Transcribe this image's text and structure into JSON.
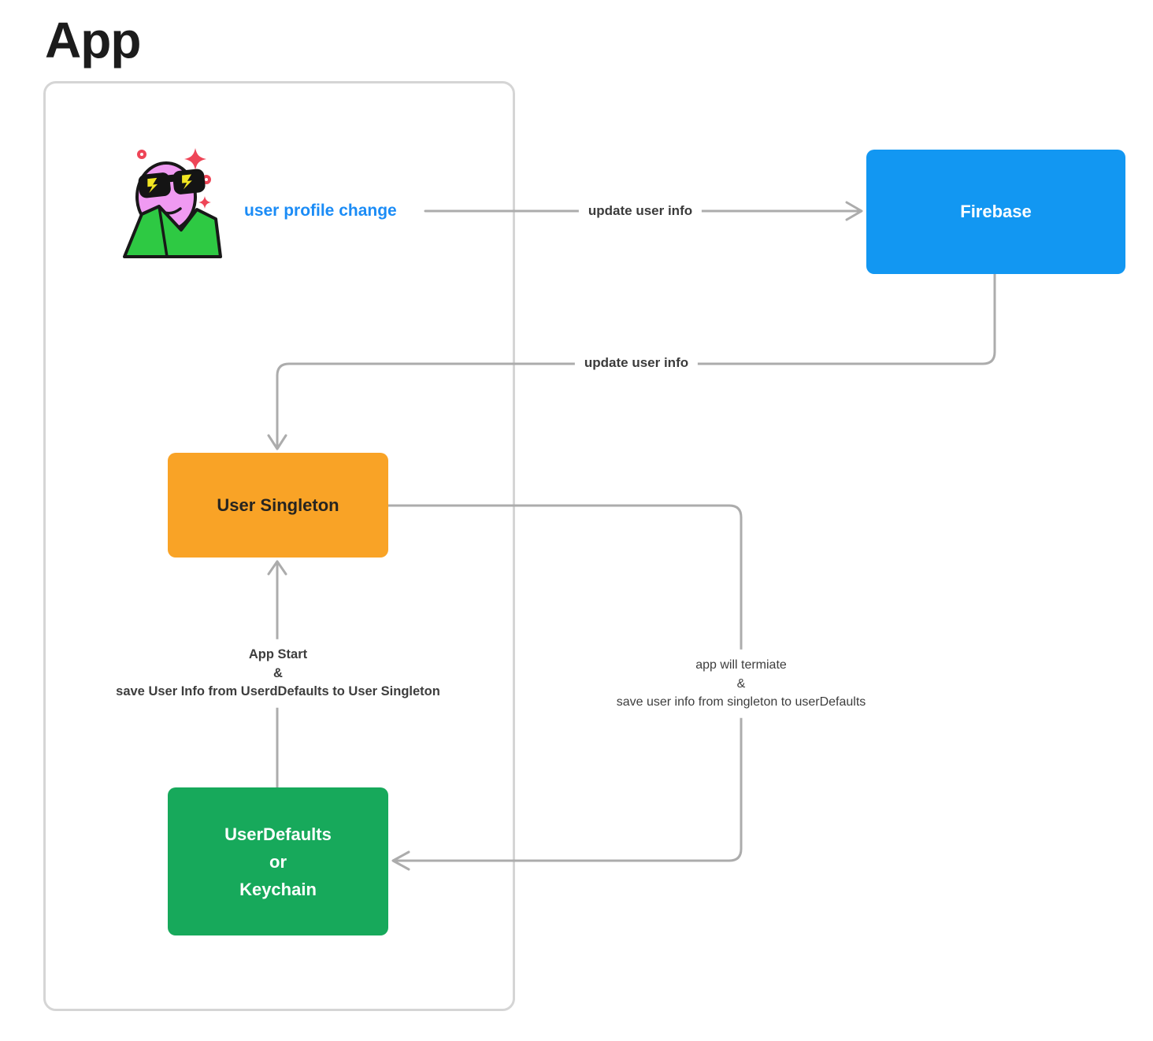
{
  "title": "App",
  "actor": {
    "label": "user profile change",
    "icon": "sunglasses-person-avatar"
  },
  "nodes": {
    "firebase": {
      "label": "Firebase",
      "color": "#1297F2"
    },
    "user_singleton": {
      "label": "User Singleton",
      "color": "#F9A326"
    },
    "user_defaults": {
      "lines": [
        "UserDefaults",
        "or",
        "Keychain"
      ],
      "color": "#17A95B"
    }
  },
  "edges": {
    "profile_to_firebase": {
      "label": "update user info"
    },
    "firebase_to_singleton": {
      "label": "update user info"
    },
    "defaults_to_singleton": {
      "lines": [
        "App Start",
        "&",
        "save User Info from UserdDefaults to User Singleton"
      ]
    },
    "singleton_to_defaults": {
      "lines": [
        "app will termiate",
        "&",
        "save user info from singleton to userDefaults"
      ]
    }
  },
  "colors": {
    "firebase_blue": "#1297F2",
    "singleton_orange": "#F9A326",
    "defaults_green": "#17A95B",
    "actor_link_blue": "#1B8CF6",
    "arrow_gray": "#ACACAC",
    "frame_gray": "#D5D5D5"
  }
}
